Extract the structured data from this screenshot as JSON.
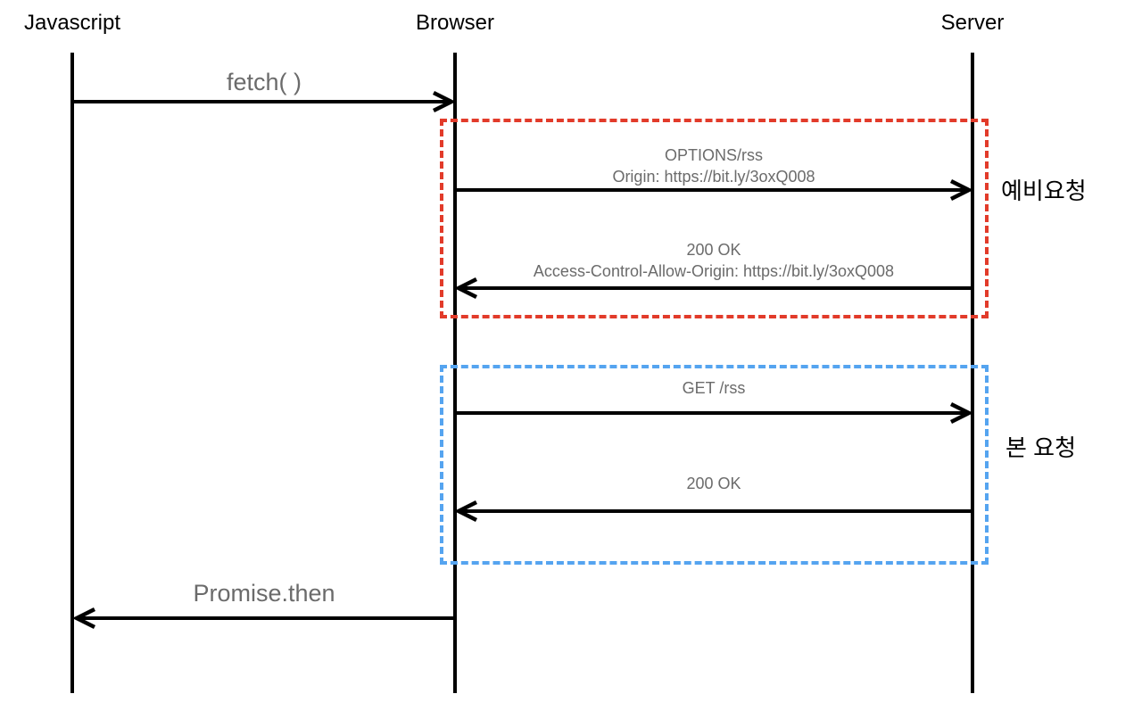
{
  "diagram": {
    "title_implicit": "CORS preflight sequence",
    "colors": {
      "preflight_box": "#e23b2a",
      "main_box": "#55a4f0",
      "line": "#000000",
      "message_text": "#6b6b6b",
      "actor_text": "#000000"
    },
    "actors": [
      {
        "id": "javascript",
        "label": "Javascript"
      },
      {
        "id": "browser",
        "label": "Browser"
      },
      {
        "id": "server",
        "label": "Server"
      }
    ],
    "messages": [
      {
        "id": "fetch",
        "from": "javascript",
        "to": "browser",
        "label": "fetch( )"
      },
      {
        "id": "preflight-request",
        "from": "browser",
        "to": "server",
        "lines": [
          "OPTIONS/rss",
          "Origin: https://bit.ly/3oxQ008"
        ]
      },
      {
        "id": "preflight-response",
        "from": "server",
        "to": "browser",
        "lines": [
          "200 OK",
          "Access-Control-Allow-Origin: https://bit.ly/3oxQ008"
        ]
      },
      {
        "id": "main-request",
        "from": "browser",
        "to": "server",
        "label": "GET /rss"
      },
      {
        "id": "main-response",
        "from": "server",
        "to": "browser",
        "label": "200 OK"
      },
      {
        "id": "promise-then",
        "from": "browser",
        "to": "javascript",
        "label": "Promise.then"
      }
    ],
    "groups": [
      {
        "id": "preflight",
        "label": "예비요청",
        "color": "#e23b2a"
      },
      {
        "id": "main",
        "label": "본 요청",
        "color": "#55a4f0"
      }
    ]
  }
}
